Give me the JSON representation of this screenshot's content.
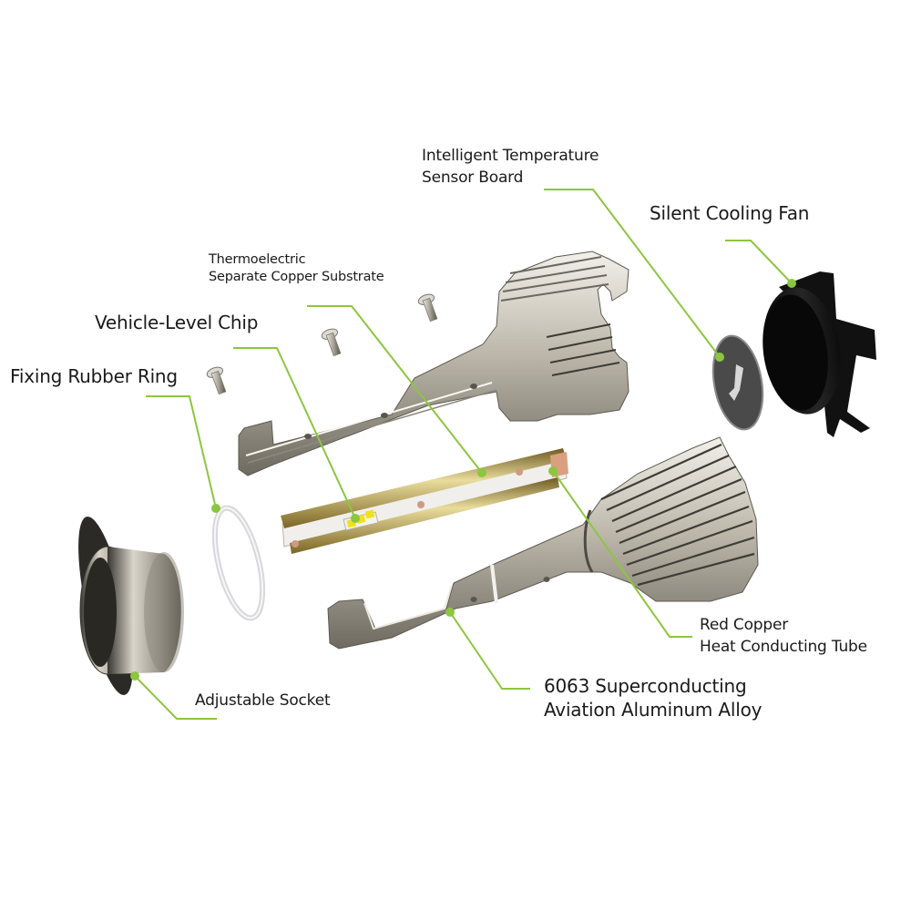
{
  "diagram": {
    "type": "exploded-view",
    "subject": "LED headlight bulb components",
    "accent_color": "#8cc63f",
    "callouts": [
      {
        "id": "temp-sensor",
        "lines": [
          "Intelligent Temperature",
          "Sensor Board"
        ]
      },
      {
        "id": "cooling-fan",
        "lines": [
          "Silent Cooling Fan"
        ]
      },
      {
        "id": "copper-substrate",
        "lines": [
          "Thermoelectric",
          "Separate Copper Substrate"
        ]
      },
      {
        "id": "chip",
        "lines": [
          "Vehicle-Level Chip"
        ]
      },
      {
        "id": "rubber-ring",
        "lines": [
          "Fixing Rubber Ring"
        ]
      },
      {
        "id": "socket",
        "lines": [
          "Adjustable Socket"
        ]
      },
      {
        "id": "heat-tube",
        "lines": [
          "Red Copper",
          "Heat Conducting Tube"
        ]
      },
      {
        "id": "alloy",
        "lines": [
          "6063 Superconducting",
          "Aviation Aluminum Alloy"
        ]
      }
    ]
  }
}
